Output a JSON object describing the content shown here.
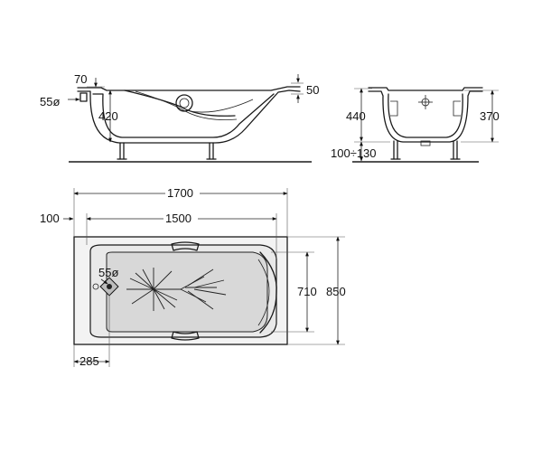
{
  "side_view": {
    "rim_height": "70",
    "overflow_diameter": "55ø",
    "depth": "420",
    "rim_edge": "50"
  },
  "end_view": {
    "total_height": "440",
    "inner_depth": "370",
    "leg_range": "100÷130"
  },
  "plan_view": {
    "overall_length": "1700",
    "inner_length": "1500",
    "end_offset": "100",
    "drain_diameter": "55ø",
    "inner_width": "710",
    "overall_width": "850",
    "drain_offset": "285"
  }
}
